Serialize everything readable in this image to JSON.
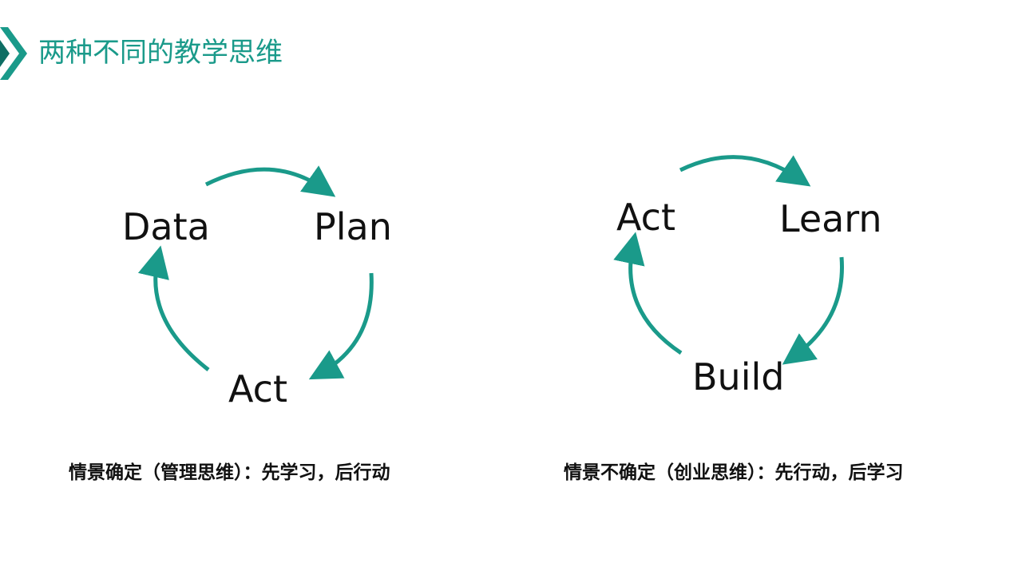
{
  "header": {
    "title": "两种不同的教学思维"
  },
  "colors": {
    "accent": "#1a9a8a",
    "text": "#111111"
  },
  "cycles": [
    {
      "nodes": [
        "Data",
        "Plan",
        "Act"
      ],
      "caption": "情景确定（管理思维）：先学习，后行动"
    },
    {
      "nodes": [
        "Act",
        "Learn",
        "Build"
      ],
      "caption": "情景不确定（创业思维）：先行动，后学习"
    }
  ]
}
